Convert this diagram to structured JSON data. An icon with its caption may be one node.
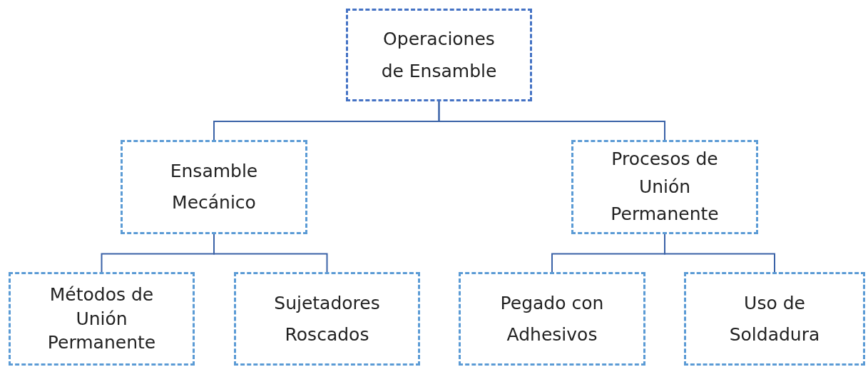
{
  "diagram": {
    "nodes": [
      {
        "text": [
          "Operaciones de Ensamble"
        ]
      },
      {
        "text": [
          "Ensamble Mecánico"
        ]
      },
      {
        "text": [
          "Procesos de Unión Permanente"
        ]
      },
      {
        "text": [
          "Métodos de Unión Permanente"
        ]
      },
      {
        "text": [
          "Sujetadores Roscados"
        ]
      },
      {
        "text": [
          "Pegado con Adhesivos"
        ]
      },
      {
        "text": [
          "Uso de Soldadura"
        ]
      }
    ],
    "edges": [
      {
        "from": 0,
        "to": 1,
        "arrow": "none"
      },
      {
        "from": 0,
        "to": 2,
        "arrow": "none"
      },
      {
        "from": 1,
        "to": 3,
        "arrow": "none"
      },
      {
        "from": 1,
        "to": 4,
        "arrow": "none"
      },
      {
        "from": 2,
        "to": 5,
        "arrow": "none"
      },
      {
        "from": 2,
        "to": 6,
        "arrow": "none"
      }
    ]
  }
}
